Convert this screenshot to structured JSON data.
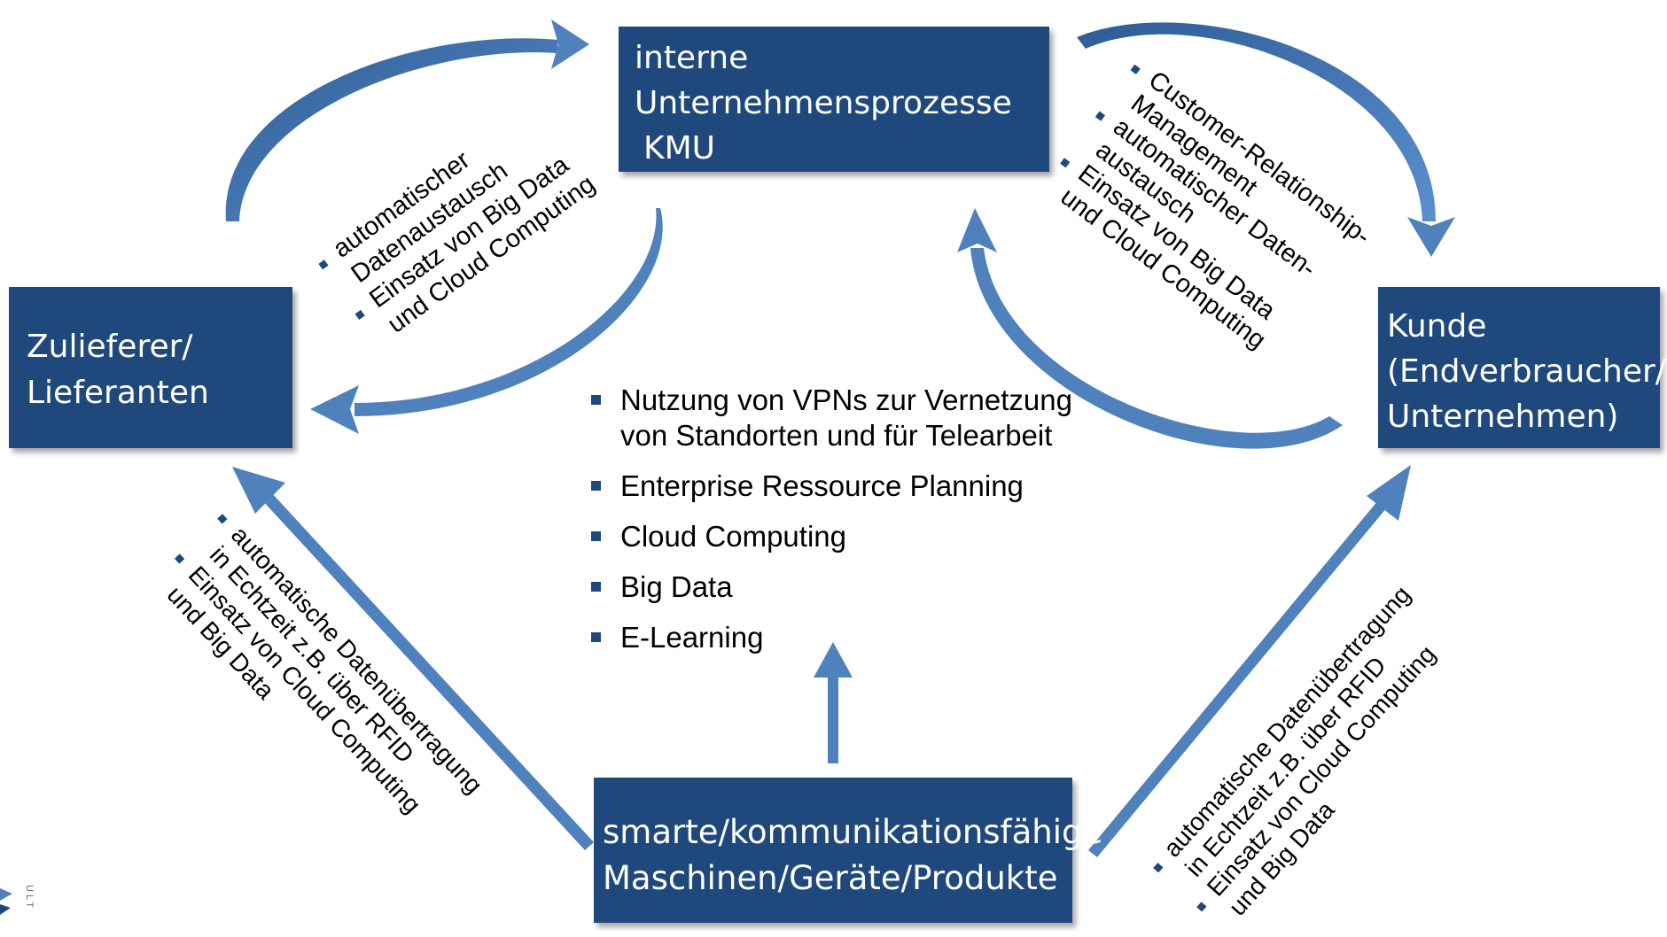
{
  "boxes": {
    "interne": [
      "interne",
      "Unternehmensprozesse",
      "KMU"
    ],
    "zulieferer": [
      "Zulieferer/",
      "Lieferanten"
    ],
    "kunde": [
      "Kunde",
      "(Endverbraucher/",
      "Unternehmen)"
    ],
    "smart": [
      "smarte/kommunikationsfähige",
      "Maschinen/Geräte/Produkte"
    ]
  },
  "labels": {
    "top_left": [
      [
        "automatischer",
        "Datenaustausch"
      ],
      [
        "Einsatz von Big Data",
        "und Cloud Computing"
      ]
    ],
    "top_right": [
      [
        "Customer-Relationship-",
        "Management"
      ],
      [
        "automatischer Daten-",
        "austausch"
      ],
      [
        "Einsatz von Big Data",
        "und Cloud Computing"
      ]
    ],
    "bottom_left": [
      [
        "automatische Datenübertragung",
        "in Echtzeit z.B. über RFID"
      ],
      [
        "Einsatz von Cloud Computing",
        "und Big Data"
      ]
    ],
    "bottom_right": [
      [
        "automatische Datenübertragung",
        "in Echtzeit z.B. über RFID"
      ],
      [
        "Einsatz von Cloud Computing",
        "und Big Data"
      ]
    ]
  },
  "center_list": [
    [
      "Nutzung von VPNs zur Vernetzung",
      "von Standorten und für Telearbeit"
    ],
    [
      "Enterprise Ressource Planning"
    ],
    [
      "Cloud Computing"
    ],
    [
      "Big Data"
    ],
    [
      "E-Learning"
    ]
  ],
  "logo_text": "ULT",
  "colors": {
    "box": "#1f497d",
    "arrow": "#4f81bd",
    "bullet": "#1f497d"
  }
}
